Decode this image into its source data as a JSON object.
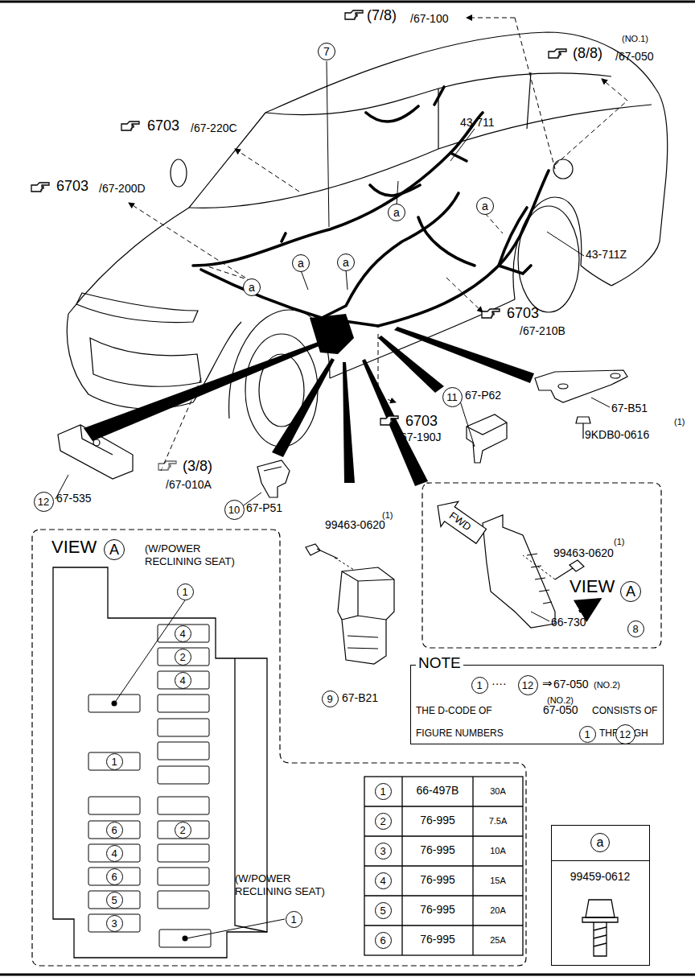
{
  "diagram": {
    "nodes": [
      {
        "text": [
          "NOTE"
        ]
      },
      {
        "text": [
          "a",
          "99459-0612"
        ]
      }
    ],
    "labels": [
      "(7/8)",
      "/67-100",
      "(NO.1)",
      "(8/8)",
      "/67-050",
      "7",
      "6703",
      "/67-220C",
      "6703",
      "/67-200D",
      "43-711",
      "a",
      "a",
      "43-711Z",
      "a",
      "a",
      "a",
      "6703",
      "/67-210B",
      "11",
      "67-P62",
      "67-B51",
      "(1)",
      "9KDB0-0616",
      "6703",
      "/67-190J",
      "(3/8)",
      "/67-010A",
      "12",
      "67-535",
      "10",
      "67-P51",
      "(1)",
      "99463-0620",
      "FWD",
      "(1)",
      "99463-0620",
      "VIEW",
      "A",
      "(W/POWER RECLINING SEAT)",
      "1",
      "VIEW",
      "A",
      "66-730",
      "8",
      "9",
      "67-B21",
      "1",
      "····",
      "12",
      "⇒",
      "67-050",
      "(NO.2)",
      "(NO.2)",
      "THE D-CODE OF",
      "67-050",
      "CONSISTS OF",
      "FIGURE NUMBERS",
      "1",
      "THROUGH",
      "12",
      ".",
      "4",
      "2",
      "4",
      "1",
      "6",
      "2",
      "4",
      "6",
      "5",
      "3",
      "(W/POWER RECLINING SEAT)",
      "1",
      "1",
      "66-497B",
      "30A",
      "2",
      "76-995",
      "7.5A",
      "3",
      "76-995",
      "10A",
      "4",
      "76-995",
      "15A",
      "5",
      "76-995",
      "20A",
      "6",
      "76-995",
      "25A"
    ]
  }
}
